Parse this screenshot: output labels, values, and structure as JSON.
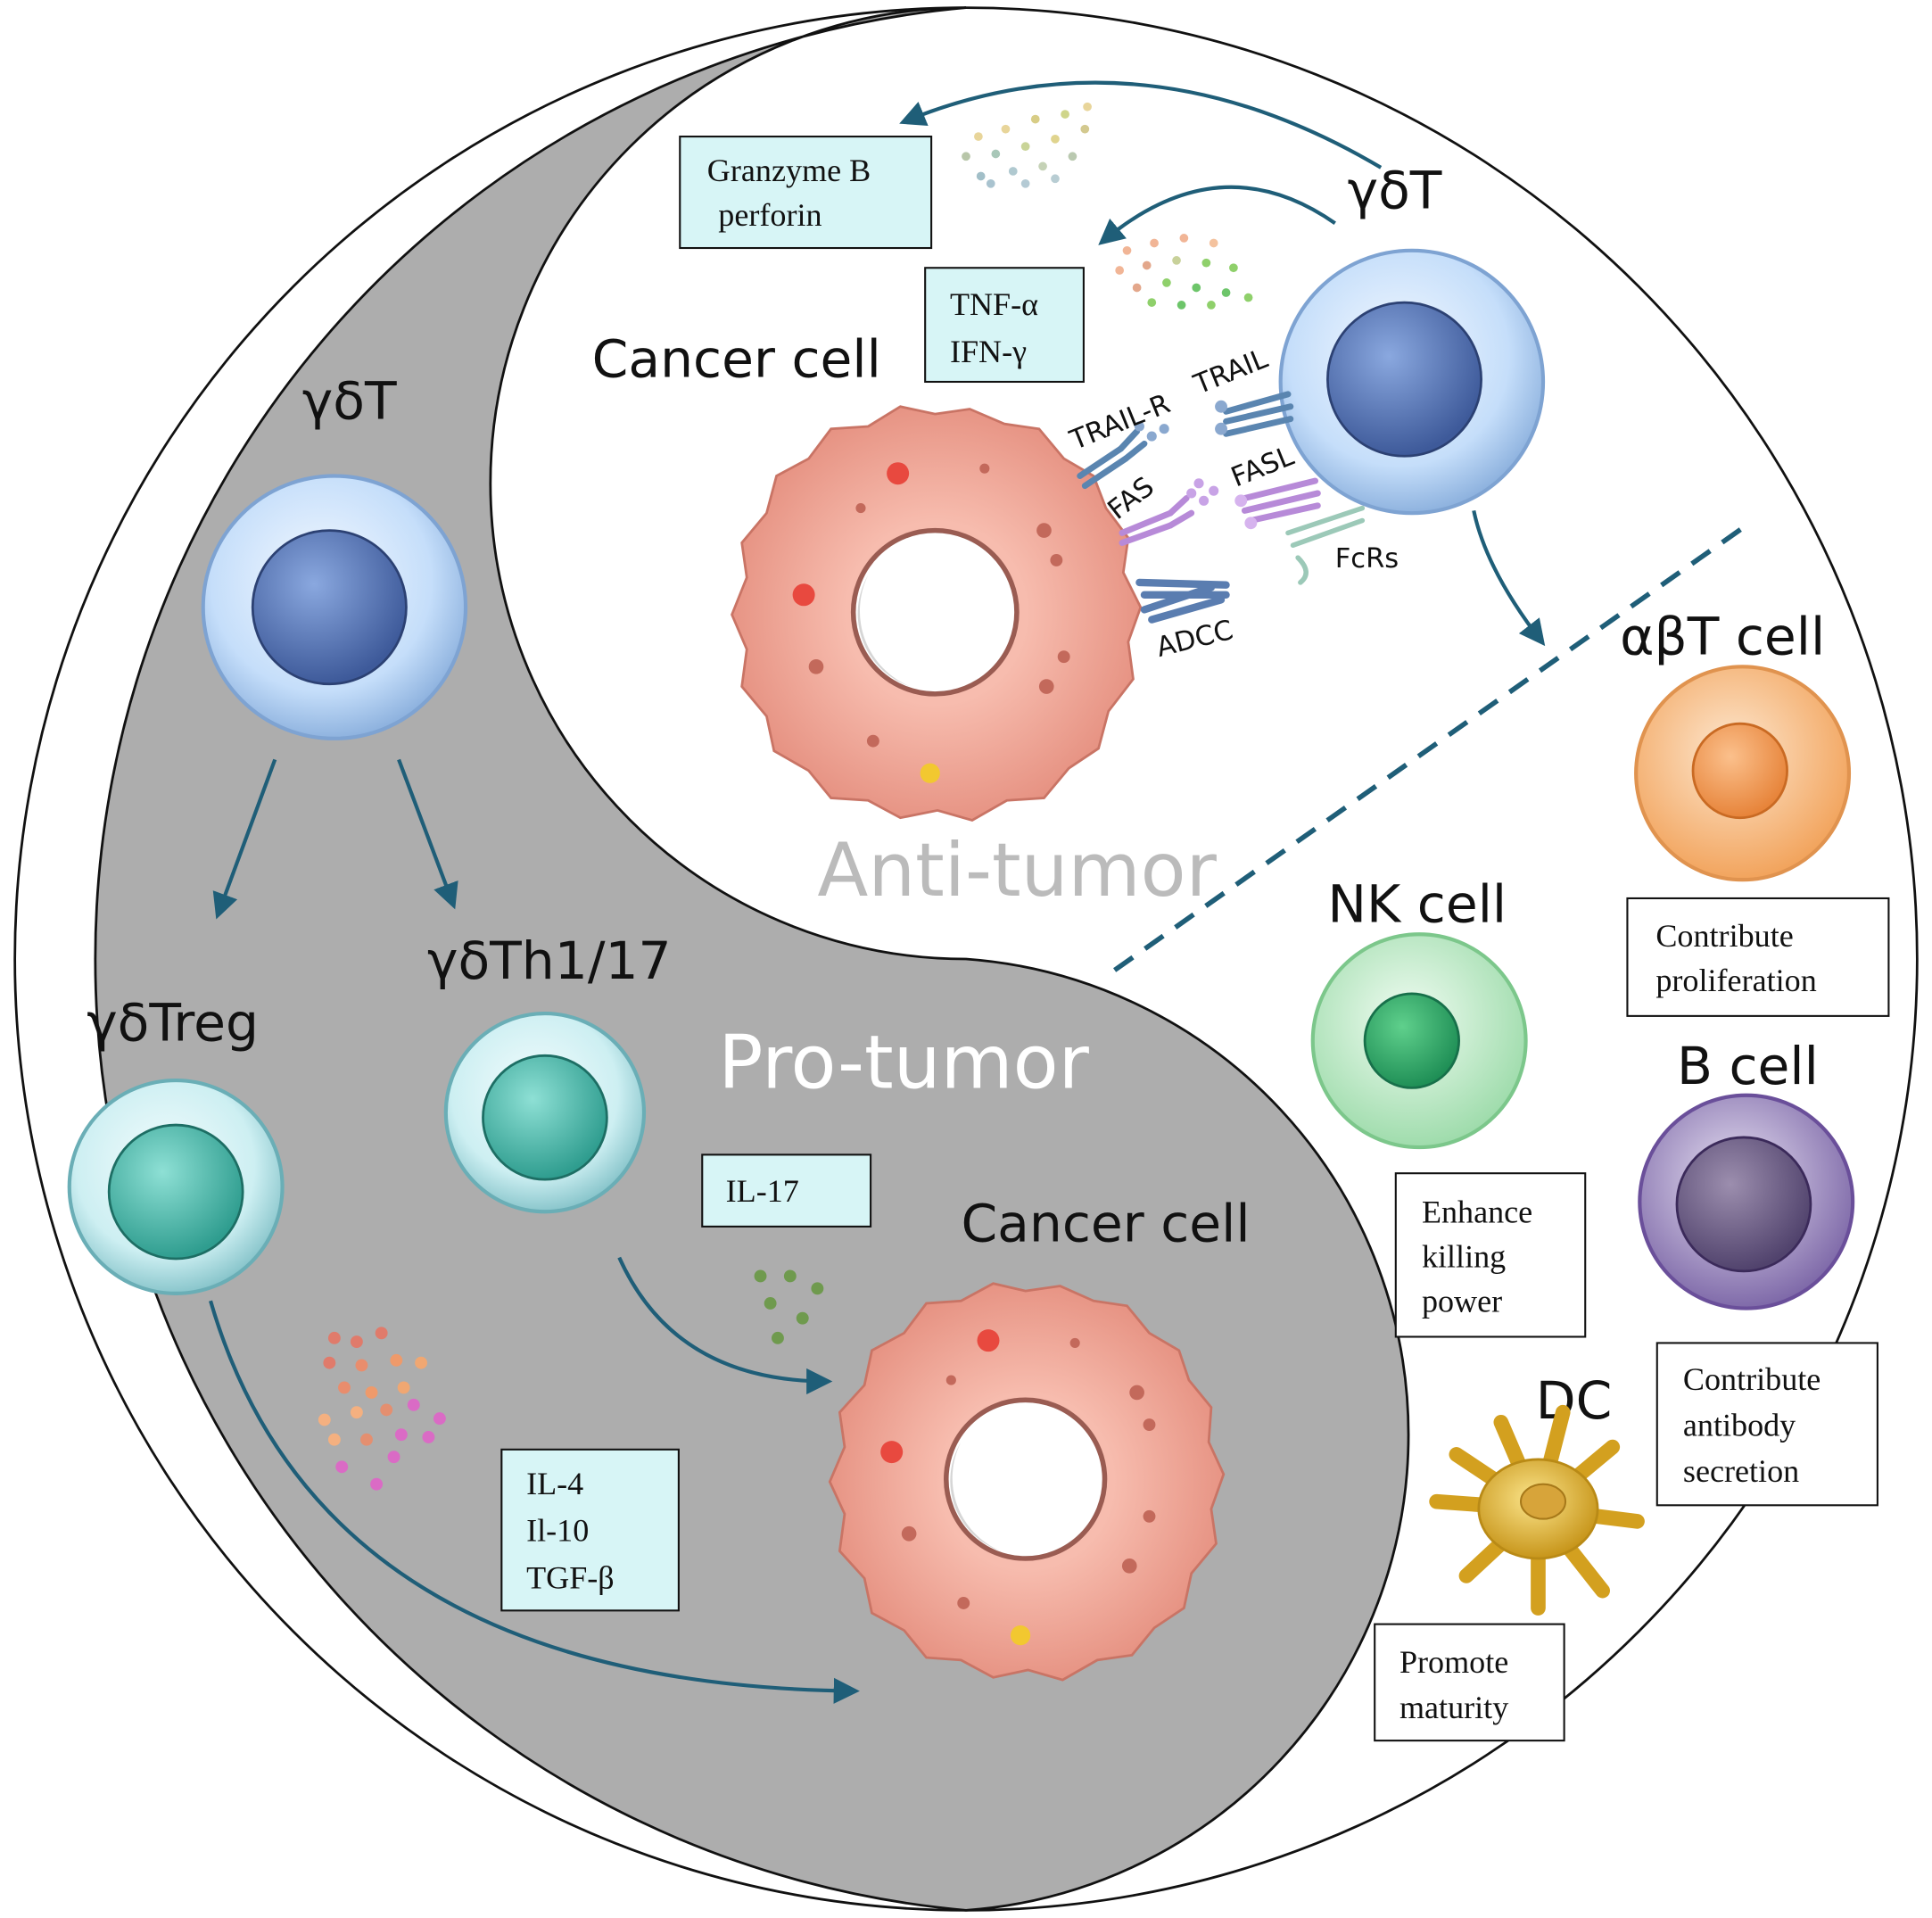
{
  "colors": {
    "gray_region": "#adadad",
    "arrow": "#1f5e78",
    "label_box_fill": "#d7f5f6",
    "cancer_cell": "#f2a99a",
    "gdt_membrane": "#c5defa",
    "gdt_nucleus": "#5a7bbf",
    "teal_nucleus": "#5cc6b8",
    "ab_cell": "#f6b276",
    "nk_cell": "#bfeec8",
    "b_cell": "#a596c4",
    "dc_cell": "#e3b42b",
    "pro_tumor_text": "#ffffff",
    "anti_tumor_text": "#bbbbbb"
  },
  "icons": [
    "gamma-delta-t-cell",
    "cancer-cell",
    "receptor",
    "cytokine-dots",
    "dendritic-cell"
  ],
  "regions": {
    "pro_tumor": "Pro-tumor",
    "anti_tumor": "Anti-tumor"
  },
  "pro_side": {
    "gdt_title": "γδT",
    "treg_title": "γδTreg",
    "th_title": "γδTh1/17",
    "cancer_title": "Cancer cell",
    "il17_box": "IL-17",
    "treg_box": [
      "IL-4",
      "Il-10",
      "TGF-β"
    ]
  },
  "anti_side": {
    "gdt_title": "γδT",
    "cancer_title": "Cancer cell",
    "granzyme_box": [
      "Granzyme B",
      "perforin"
    ],
    "tnf_box": [
      "TNF-α",
      "IFN-γ"
    ],
    "receptors": {
      "trail_r": "TRAIL-R",
      "trail": "TRAIL",
      "fas": "FAS",
      "fasl": "FASL",
      "fcrs": "FcRs",
      "adcc": "ADCC"
    }
  },
  "immune": {
    "ab_title": "αβT cell",
    "ab_box": [
      "Contribute",
      "proliferation"
    ],
    "nk_title": "NK cell",
    "nk_box": [
      "Enhance",
      "killing",
      "power"
    ],
    "b_title": "B cell",
    "b_box": [
      "Contribute",
      "antibody",
      "secretion"
    ],
    "dc_title": "DC",
    "dc_box": [
      "Promote",
      "maturity"
    ]
  }
}
